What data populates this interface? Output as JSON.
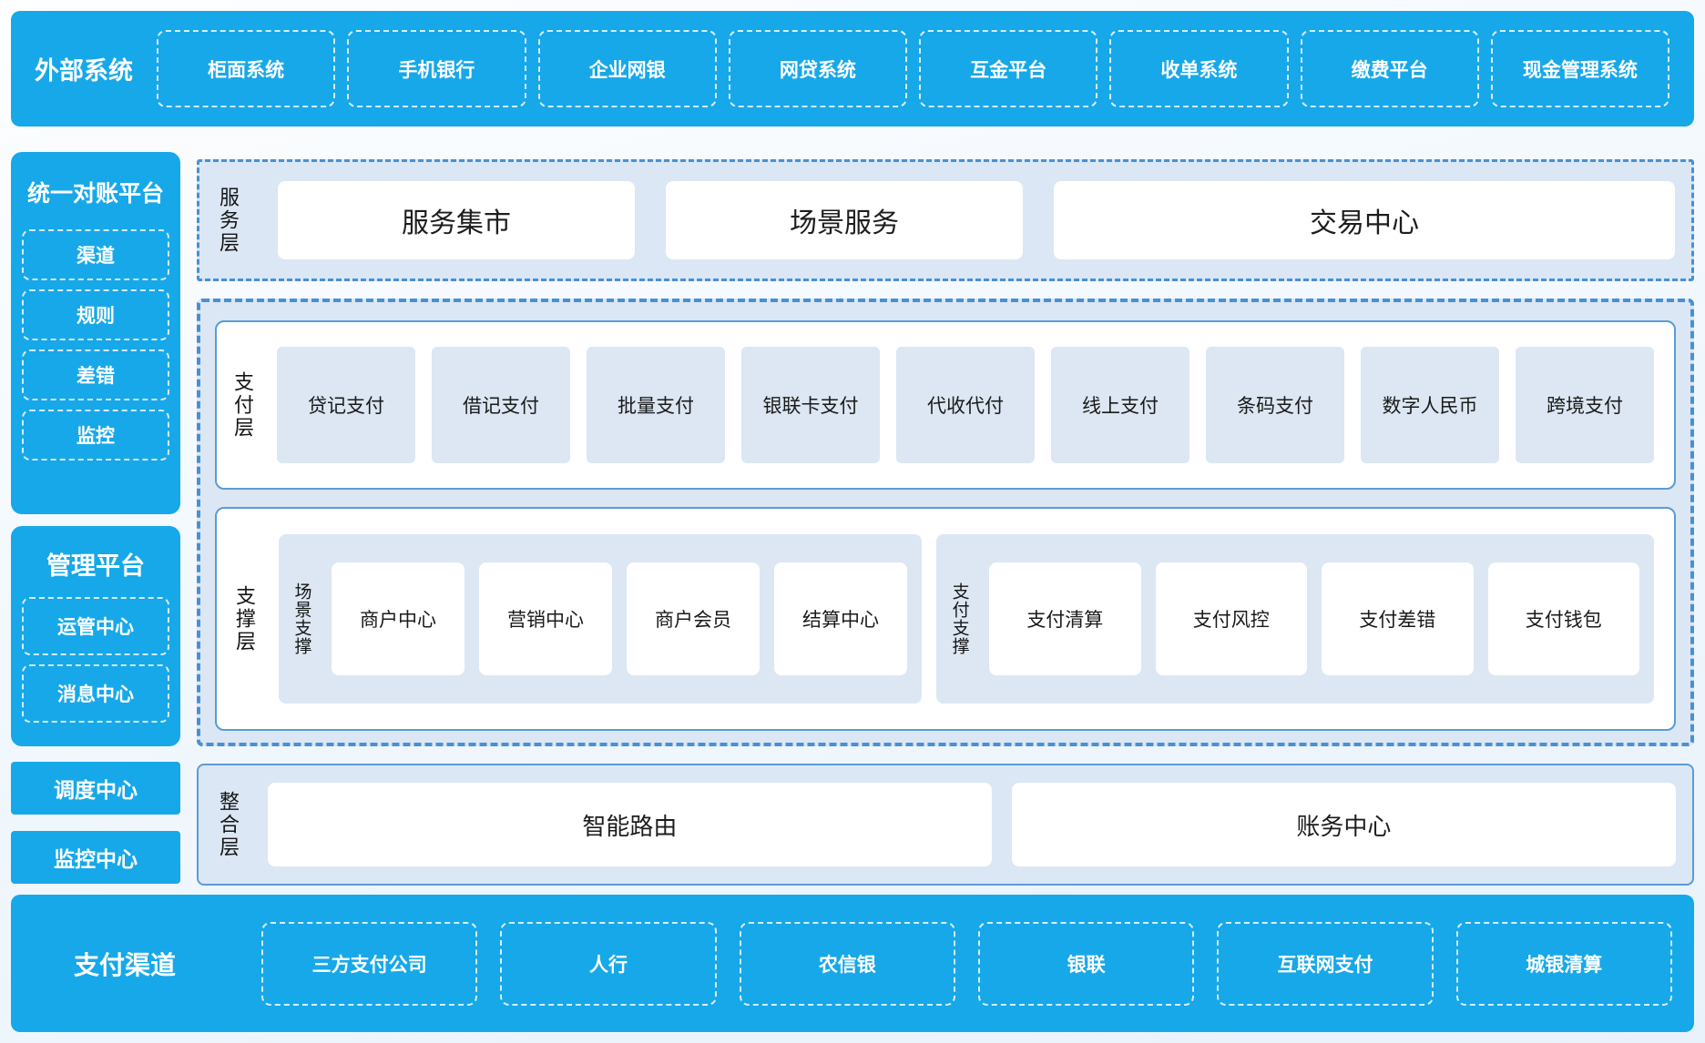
{
  "colors": {
    "bar_blue": "#17a8e9",
    "panel_bg": "#dbe7f4",
    "item_bg": "#dce7f3",
    "dash_border": "#4a90d2",
    "solid_border": "#5b9bd5",
    "text_dark": "#1a1a1a"
  },
  "top_bar": {
    "label": "外部系统",
    "items": [
      "柜面系统",
      "手机银行",
      "企业网银",
      "网贷系统",
      "互金平台",
      "收单系统",
      "缴费平台",
      "现金管理系统"
    ]
  },
  "sidebar": {
    "reconciliation_panel": {
      "title": "统一对账平台",
      "items": [
        "渠道",
        "规则",
        "差错",
        "监控"
      ]
    },
    "management_panel": {
      "title": "管理平台",
      "items": [
        "运管中心",
        "消息中心"
      ]
    },
    "blocks": [
      "调度中心",
      "监控中心"
    ]
  },
  "service_layer": {
    "label": "服务层",
    "items": [
      "服务集市",
      "场景服务",
      "交易中心"
    ]
  },
  "payment_layer": {
    "label": "支付层",
    "items": [
      "贷记支付",
      "借记支付",
      "批量支付",
      "银联卡支付",
      "代收代付",
      "线上支付",
      "条码支付",
      "数字人民币",
      "跨境支付"
    ]
  },
  "support_layer": {
    "label": "支撑层",
    "groups": [
      {
        "label": "场景支撑",
        "items": [
          "商户中心",
          "营销中心",
          "商户会员",
          "结算中心"
        ]
      },
      {
        "label": "支付支撑",
        "items": [
          "支付清算",
          "支付风控",
          "支付差错",
          "支付钱包"
        ]
      }
    ]
  },
  "integration_layer": {
    "label": "整合层",
    "items": [
      "智能路由",
      "账务中心"
    ]
  },
  "bottom_bar": {
    "label": "支付渠道",
    "items": [
      "三方支付公司",
      "人行",
      "农信银",
      "银联",
      "互联网支付",
      "城银清算"
    ]
  }
}
